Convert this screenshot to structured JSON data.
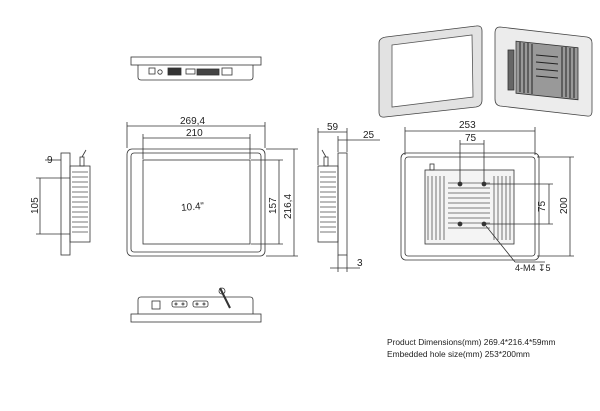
{
  "front": {
    "width": "269,4",
    "bezel_width": "210",
    "screen_size": "10.4\"",
    "height_inner": "157",
    "height": "216,4"
  },
  "side_left": {
    "offset": "9",
    "bracket": "105"
  },
  "side_right": {
    "depth": "59",
    "bezel_depth": "25",
    "lip": "3"
  },
  "rear": {
    "hole_width": "253",
    "mount_h": "75",
    "mount_v": "75",
    "hole_height": "200",
    "screw": "4-M4 ↧5"
  },
  "notes": {
    "dimensions": "Product Dimensions(mm) 269.4*216.4*59mm",
    "embedded": "Embedded hole size(mm) 253*200mm"
  },
  "colors": {
    "line": "#333333",
    "panel_fill": "#ececec",
    "photo_bezel": "#e2e2e2"
  }
}
